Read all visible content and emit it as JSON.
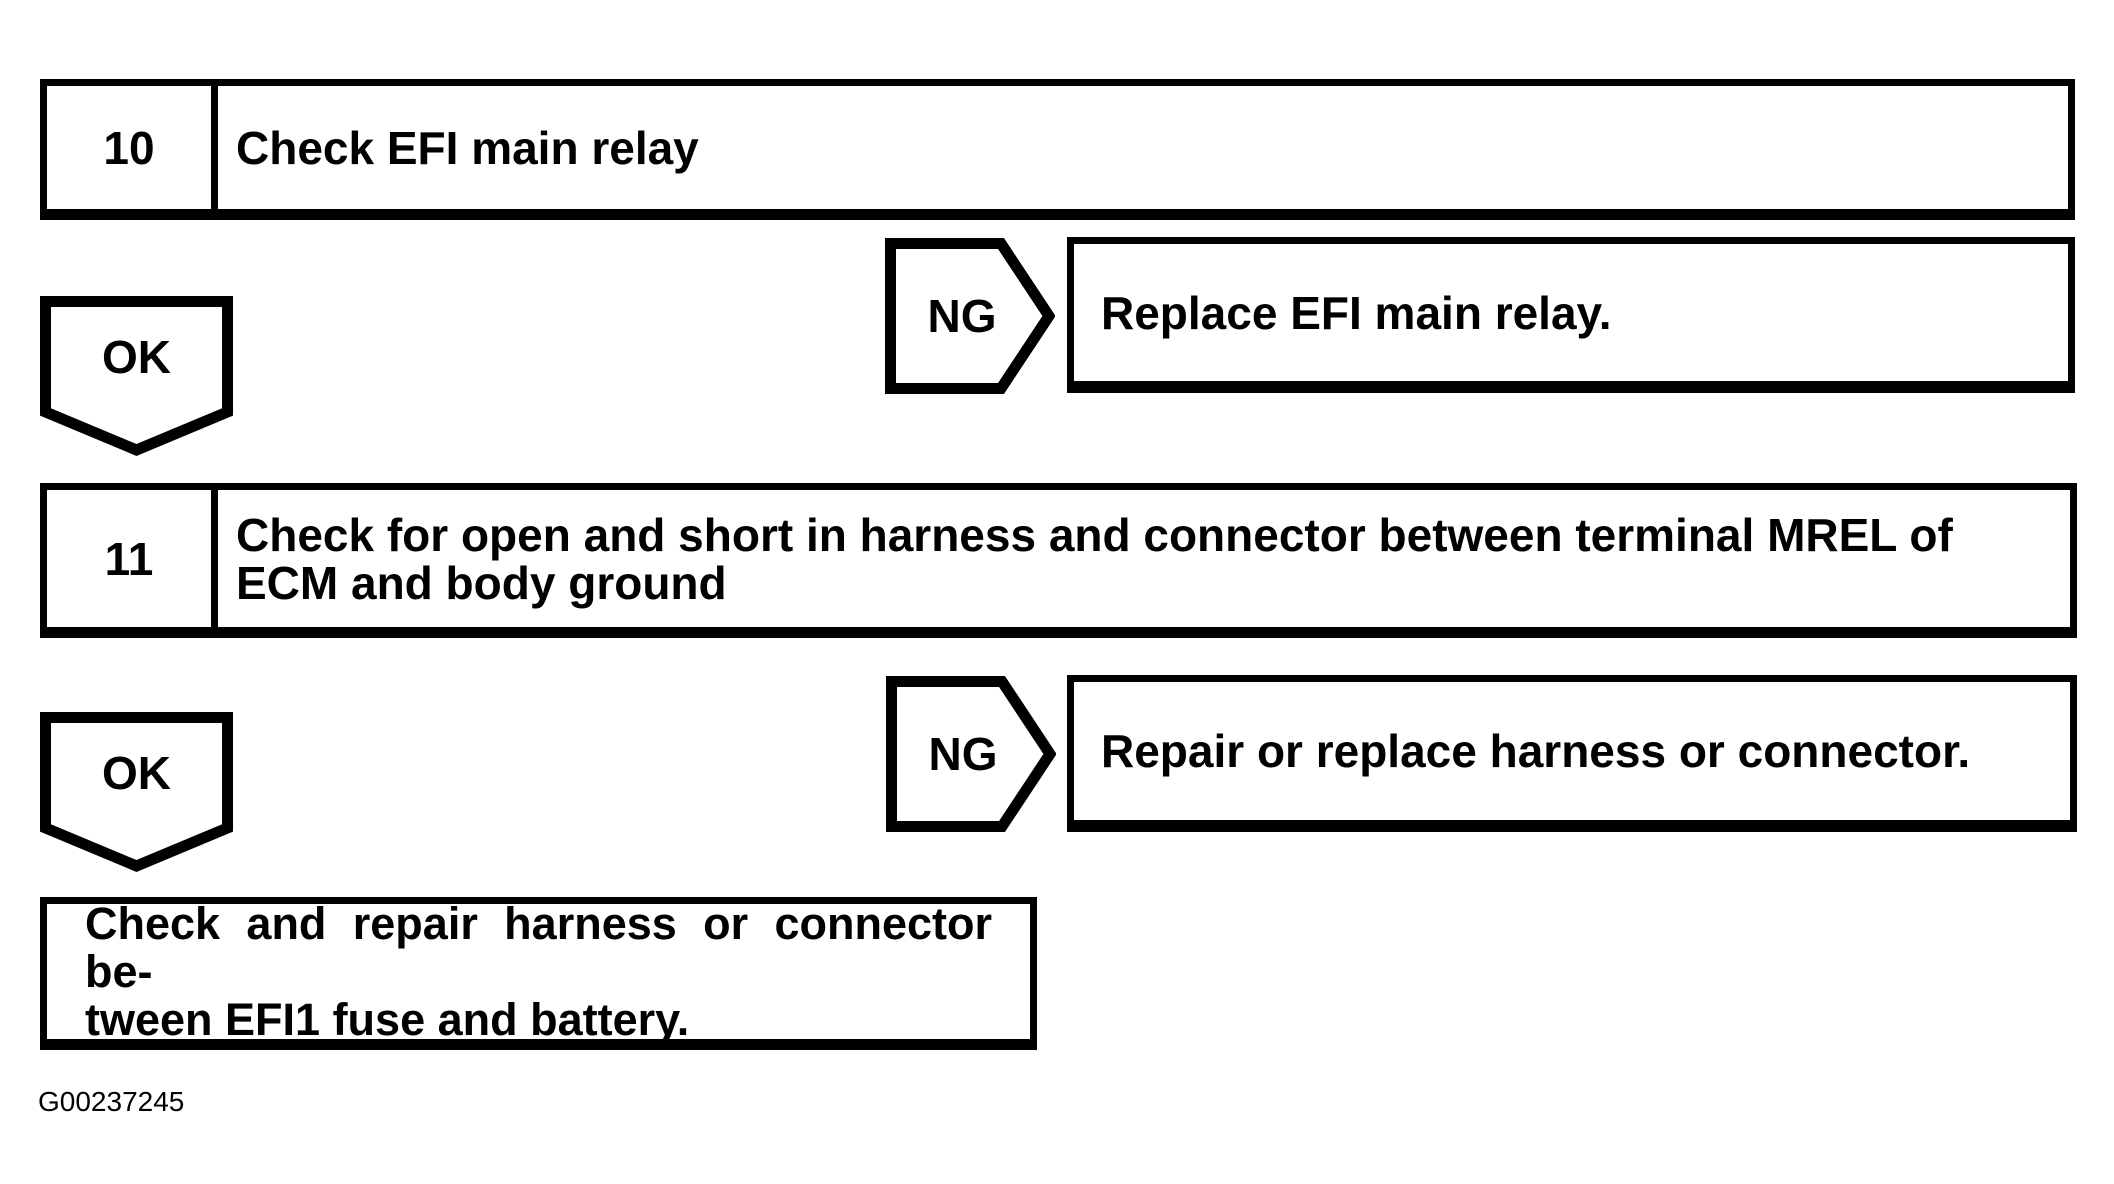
{
  "figure": {
    "code": "G00237245",
    "colors": {
      "line": "#000000",
      "background": "#ffffff"
    }
  },
  "flow": {
    "step10": {
      "number": "10",
      "title": "Check EFI main relay"
    },
    "step10_ng": {
      "label": "NG"
    },
    "step10_ng_result": {
      "text": "Replace EFI main relay."
    },
    "step10_ok": {
      "label": "OK"
    },
    "step11": {
      "number": "11",
      "title_line1": "Check for open and short in harness and connector between terminal MREL of",
      "title_line2": "ECM and body ground"
    },
    "step11_ng": {
      "label": "NG"
    },
    "step11_ng_result": {
      "text": "Repair or replace harness or connector."
    },
    "step11_ok": {
      "label": "OK"
    },
    "final_action": {
      "line1": "Check and repair harness or connector be-",
      "line2": "tween EFI1 fuse and battery."
    }
  }
}
